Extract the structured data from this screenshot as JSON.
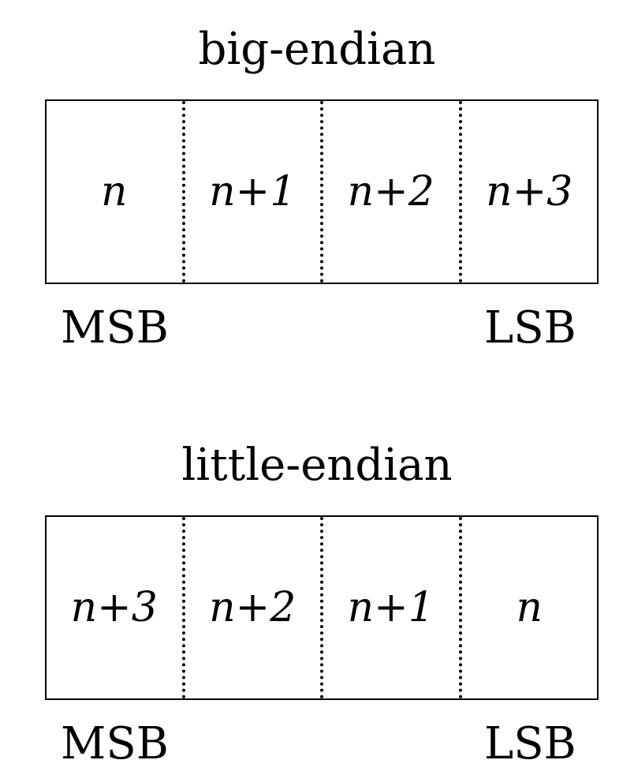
{
  "diagrams": [
    {
      "title": "big-endian",
      "cells": [
        "n",
        "n+1",
        "n+2",
        "n+3"
      ],
      "left_label": "MSB",
      "right_label": "LSB"
    },
    {
      "title": "little-endian",
      "cells": [
        "n+3",
        "n+2",
        "n+1",
        "n"
      ],
      "left_label": "MSB",
      "right_label": "LSB"
    }
  ]
}
